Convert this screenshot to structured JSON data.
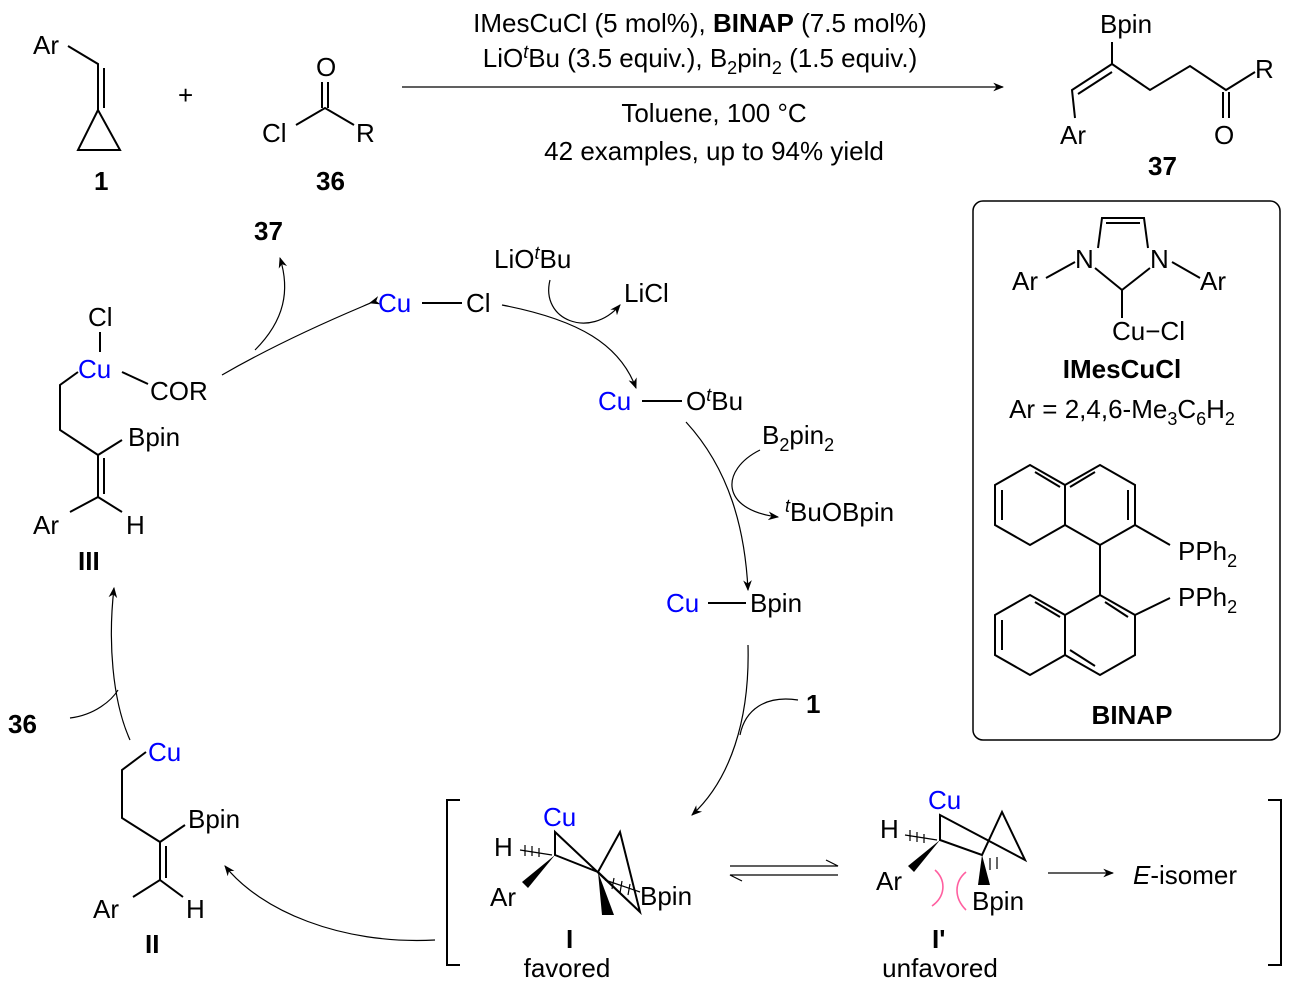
{
  "reaction": {
    "reactant1": {
      "ar": "Ar",
      "label": "1"
    },
    "plus": "+",
    "reactant2": {
      "o": "O",
      "cl": "Cl",
      "r": "R",
      "label": "36"
    },
    "conditions": {
      "line1_a": "IMesCuCl (5 mol%), ",
      "line1_b": "BINAP",
      "line1_c": " (7.5 mol%)",
      "line2_a": "LiO",
      "line2_sup": "t",
      "line2_b": "Bu (3.5 equiv.), B",
      "line2_sub1": "2",
      "line2_c": "pin",
      "line2_sub2": "2",
      "line2_d": " (1.5 equiv.)",
      "line3": "Toluene, 100 °C",
      "line4": "42 examples, up to 94% yield"
    },
    "product": {
      "bpin": "Bpin",
      "ar": "Ar",
      "o": "O",
      "r": "R",
      "label": "37"
    }
  },
  "catalysts_box": {
    "imes": {
      "n1": "N",
      "n2": "N",
      "ar1": "Ar",
      "ar2": "Ar",
      "cucl": "Cu−Cl",
      "name": "IMesCuCl",
      "ar_def_a": "Ar = 2,4,6-Me",
      "ar_def_s1": "3",
      "ar_def_b": "C",
      "ar_def_s2": "6",
      "ar_def_c": "H",
      "ar_def_s3": "2"
    },
    "binap": {
      "pph": "PPh",
      "sub": "2",
      "name": "BINAP"
    }
  },
  "cycle": {
    "product_label": "37",
    "cucl": {
      "cu": "Cu",
      "cl": "Cl"
    },
    "lio_a": "LiO",
    "lio_sup": "t",
    "lio_b": "Bu",
    "licl": "LiCl",
    "cuotbu": {
      "cu": "Cu",
      "o": "O",
      "sup": "t",
      "bu": "Bu"
    },
    "b2pin2": {
      "a": "B",
      "s1": "2",
      "b": "pin",
      "s2": "2"
    },
    "tbuobpin": {
      "sup": "t",
      "rest": "BuOBpin"
    },
    "cubpin": {
      "cu": "Cu",
      "bpin": "Bpin"
    },
    "substrate_label": "1",
    "int_I": {
      "cu": "Cu",
      "h": "H",
      "ar": "Ar",
      "bpin": "Bpin",
      "label": "I",
      "note": "favored"
    },
    "int_Ip": {
      "cu": "Cu",
      "h": "H",
      "ar": "Ar",
      "bpin": "Bpin",
      "label": "I'",
      "note": "unfavored"
    },
    "e_isomer": {
      "e": "E",
      "rest": "-isomer"
    },
    "int_II": {
      "cu": "Cu",
      "bpin": "Bpin",
      "ar": "Ar",
      "h": "H",
      "label": "II"
    },
    "acyl_label": "36",
    "int_III": {
      "cl": "Cl",
      "cu": "Cu",
      "cor": "COR",
      "bpin": "Bpin",
      "ar": "Ar",
      "h": "H",
      "label": "III"
    }
  },
  "colors": {
    "copper": "#0000ff",
    "clash": "#ff5fa0"
  }
}
